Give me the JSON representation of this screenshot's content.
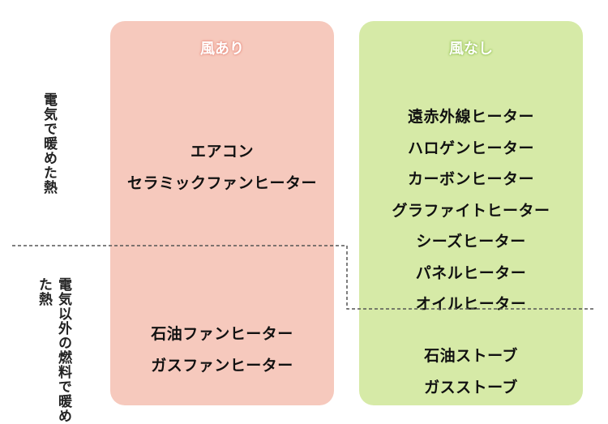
{
  "columns": {
    "wind": {
      "title": "風あり",
      "electric": [
        "エアコン",
        "セラミックファンヒーター"
      ],
      "fuel": [
        "石油ファンヒーター",
        "ガスファンヒーター"
      ]
    },
    "no_wind": {
      "title": "風なし",
      "electric": [
        "遠赤外線ヒーター",
        "ハロゲンヒーター",
        "カーボンヒーター",
        "グラファイトヒーター",
        "シーズヒーター",
        "パネルヒーター",
        "オイルヒーター"
      ],
      "fuel": [
        "石油ストーブ",
        "ガスストーブ"
      ]
    }
  },
  "rows": {
    "electric": "電気で暖めた熱",
    "fuel": "電気以外の燃料で暖めた熱"
  },
  "colors": {
    "wind_panel": "#f6c9bd",
    "no_wind_panel": "#d6eaa7",
    "divider": "#555555"
  }
}
